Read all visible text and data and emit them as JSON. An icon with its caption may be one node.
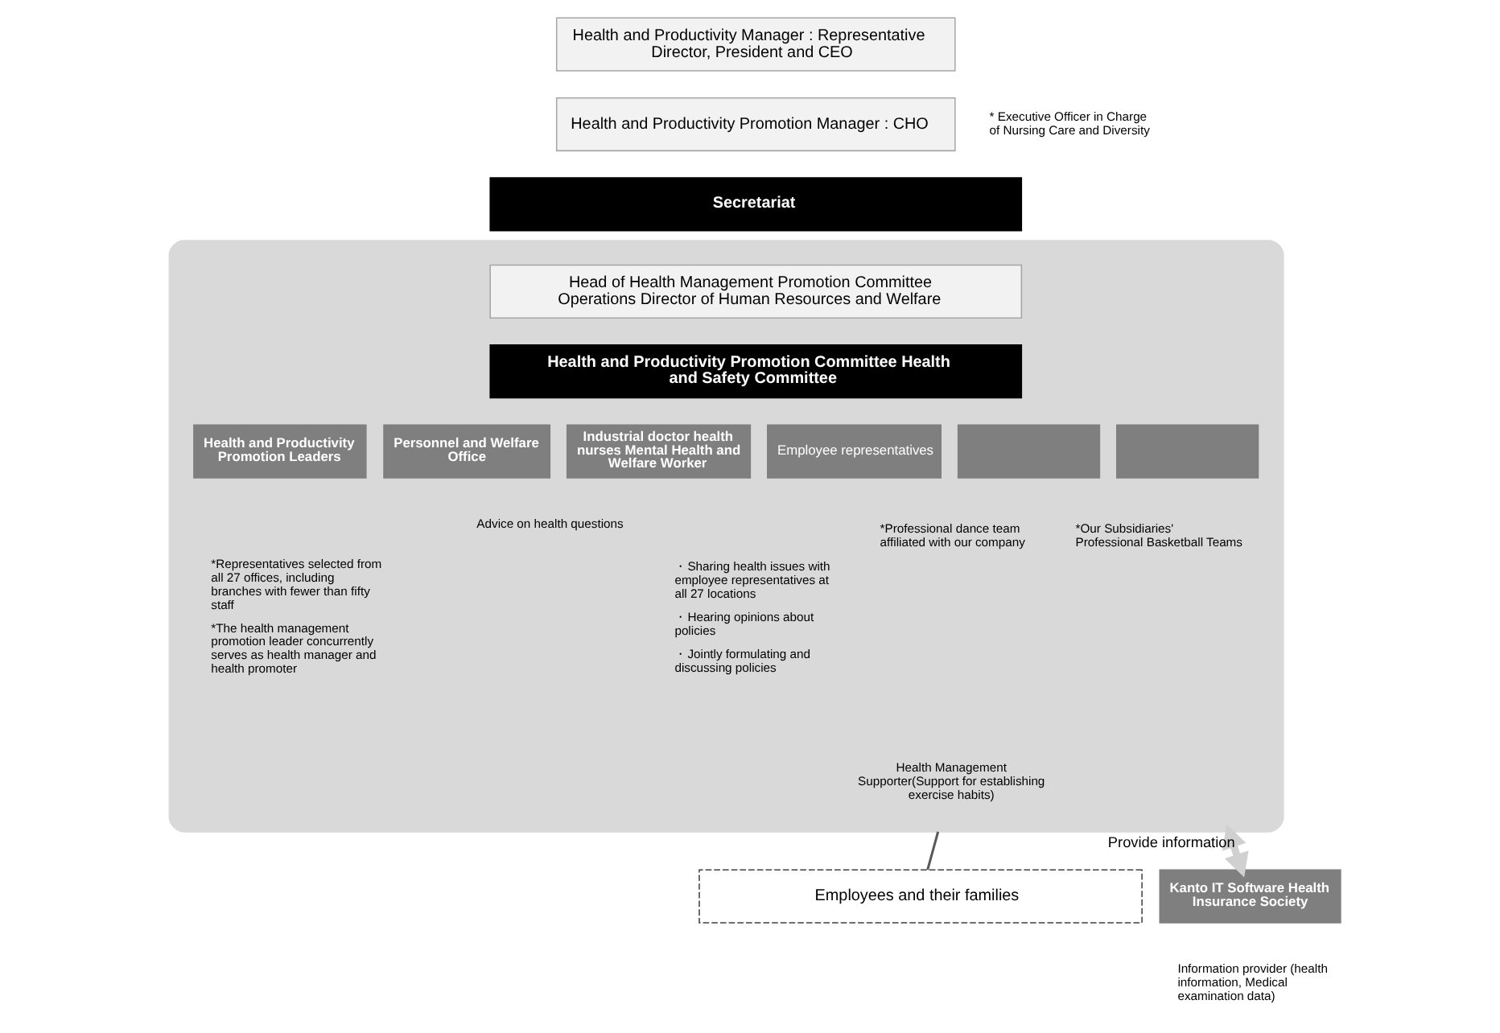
{
  "diagram": {
    "nodes": [
      {
        "text": [
          "Health and Productivity Manager : Representative Director, President and CEO"
        ]
      },
      {
        "text": [
          "Health and Productivity Promotion Manager : CHO"
        ],
        "beside": [
          "* Executive Officer in Charge of Nursing Care and Diversity"
        ]
      },
      {
        "text": [
          "Secretariat"
        ]
      },
      {
        "text": [],
        "shape": "box"
      },
      {
        "text": [
          "Head of Health Management Promotion Committee Operations Director of Human Resources and Welfare"
        ],
        "in": 3
      },
      {
        "text": [
          "Health and Productivity Promotion Committee Health and Safety Committee"
        ],
        "in": 3
      },
      {
        "text": [
          "Health and Productivity Promotion Leaders"
        ],
        "in": 3,
        "beside": [
          "*Representatives selected from all 27 offices, including branches with fewer than fifty staff",
          "*The health management promotion leader concurrently serves as health manager and health promoter"
        ]
      },
      {
        "text": [
          "Personnel and Welfare Office"
        ],
        "in": 3
      },
      {
        "text": [
          "Industrial doctor health nurses Mental Health and Welfare Worker"
        ],
        "in": 3,
        "beside": [
          "Advice on health questions"
        ]
      },
      {
        "text": [
          "Employee representatives"
        ],
        "in": 3,
        "beside": [
          "・Sharing health issues with employee representatives at all 27 locations",
          "・Hearing opinions about policies",
          "・Jointly formulating and discussing policies"
        ]
      },
      {
        "text": [],
        "shape": "box",
        "in": 3,
        "beside": [
          "*Professional dance team affiliated with our company"
        ]
      },
      {
        "text": [],
        "shape": "box",
        "in": 3,
        "beside": [
          "*Our Subsidiaries' Professional Basketball Teams"
        ]
      },
      {
        "text": [
          "Employees and their families"
        ]
      },
      {
        "text": [
          "Kanto IT Software Health Insurance Society"
        ],
        "beside": [
          "Information provider (health information, Medical examination data)"
        ]
      }
    ],
    "edges": [
      {
        "from": 3,
        "to": 12,
        "arrow": "none"
      },
      {
        "from": 3,
        "to": 13,
        "arrow": "both",
        "label": "Provide information",
        "style": "thick",
        "color": "#d0d0d0"
      }
    ],
    "labels": [
      "Health Management Supporter(Support for establishing exercise habits)"
    ]
  }
}
